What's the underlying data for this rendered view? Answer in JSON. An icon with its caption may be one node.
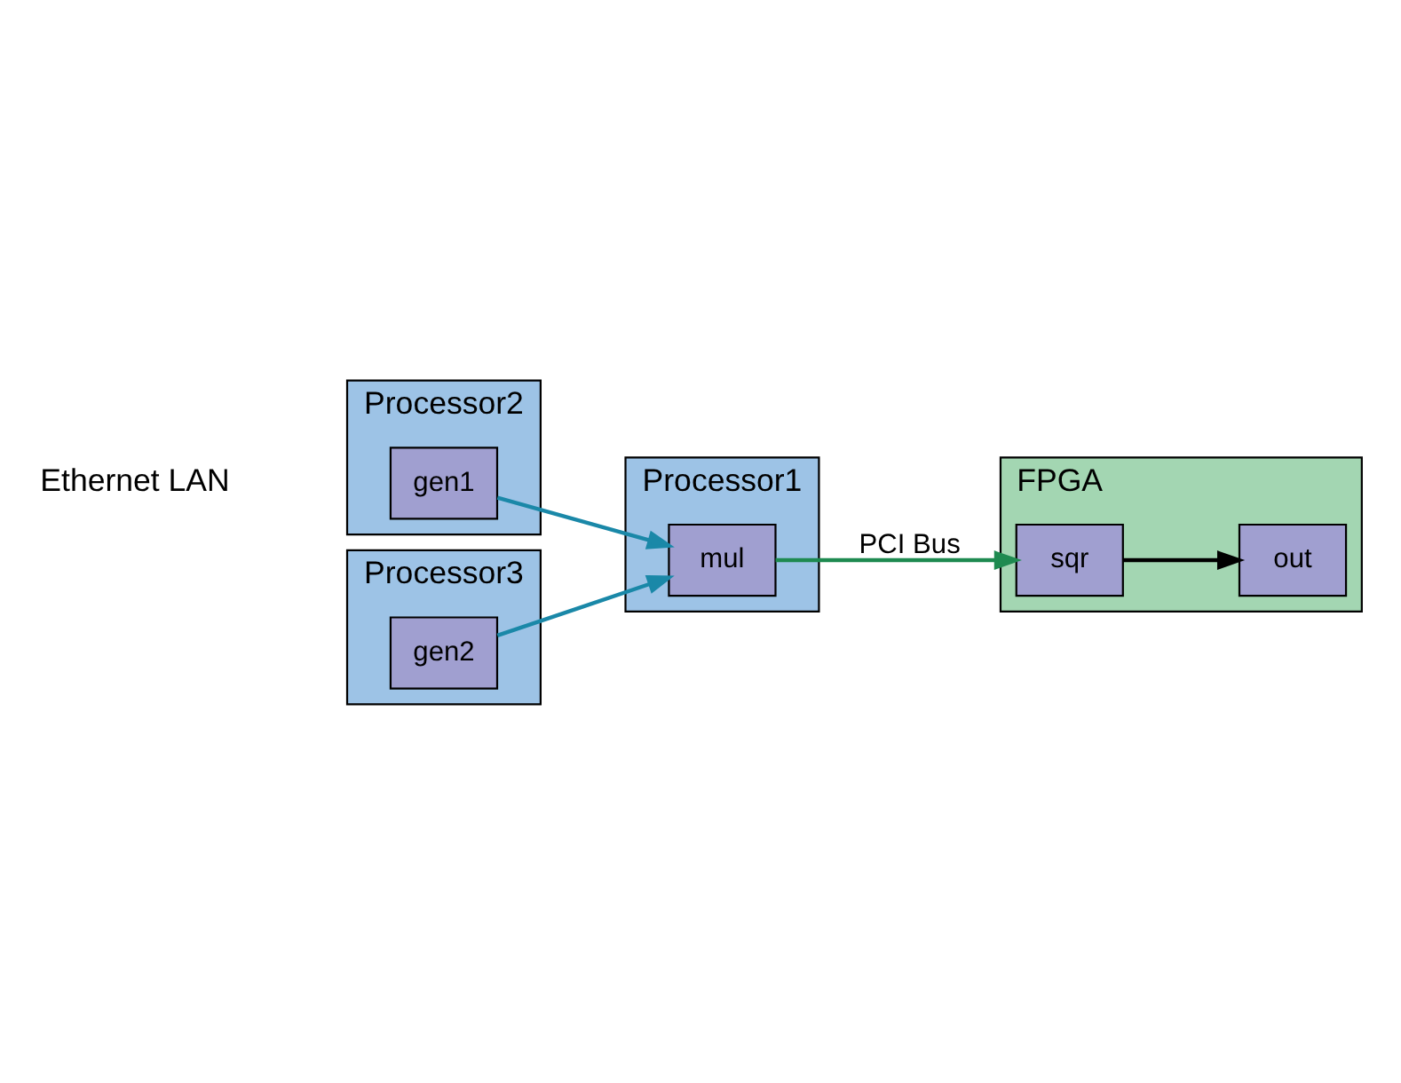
{
  "diagram": {
    "nodes": [
      {
        "text": [
          "Processor1"
        ]
      },
      {
        "text": [
          "mul"
        ],
        "in": 0
      },
      {
        "text": [
          "FPGA"
        ]
      },
      {
        "text": [
          "sqr"
        ],
        "in": 2
      },
      {
        "text": [
          "out"
        ],
        "in": 2
      },
      {
        "text": [
          "Processor2"
        ]
      },
      {
        "text": [
          "gen1"
        ],
        "in": 5
      },
      {
        "text": [
          "Processor3"
        ]
      },
      {
        "text": [
          "gen2"
        ],
        "in": 7
      }
    ],
    "edges": [
      {
        "from": 1,
        "to": 3,
        "arrow": "to",
        "label": "PCI Bus",
        "color": "#1e8a50"
      },
      {
        "from": 3,
        "to": 4,
        "arrow": "to",
        "color": "#000000"
      },
      {
        "from": 6,
        "to": 1,
        "arrow": "to"
      },
      {
        "from": 8,
        "to": 1,
        "arrow": "to"
      }
    ],
    "labels": [
      "Ethernet LAN"
    ]
  }
}
